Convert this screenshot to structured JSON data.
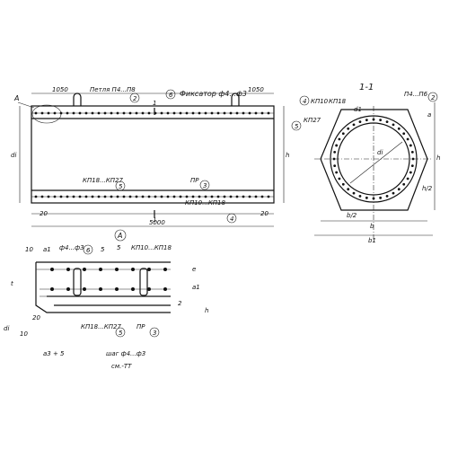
{
  "section_title": "1-1",
  "detail_marker": "A",
  "section_markers": [
    "1",
    "1"
  ],
  "labels": {
    "loop": "Петля П4...П8",
    "fixator": "Фиксатор ф4...ф3",
    "dim_1050_left": "1050",
    "dim_1050_right": "1050",
    "dim_5000": "5000",
    "dim_20_left": "20",
    "dim_20_right": "20",
    "kp_upper": "КП18...КП27",
    "pr": "ПР",
    "kp_lower": "КП10...КП18",
    "di_side": "di",
    "h_side": "h",
    "s_kp18": "КП18",
    "s_kp10": "КП10",
    "s_kp27": "КП27",
    "s_p4p6": "П4...П6",
    "s_a": "a",
    "s_di": "di",
    "s_h": "h",
    "s_h2": "h/2",
    "s_b2": "b/2",
    "s_b": "b",
    "s_b1": "b1",
    "s_d1": "d1",
    "d_10": "10",
    "d_a1": "a1",
    "d_f4f3": "ф4...ф3",
    "d_5a": "5",
    "d_5b": "5",
    "d_kp": "КП10...КП18",
    "d_e": "e",
    "d_a2": "a1",
    "d_t": "t",
    "d_2": "2",
    "d_di": "di",
    "d_20": "20",
    "d_10b": "10",
    "d_kp27": "КП18...КП27",
    "d_pr": "ПР",
    "d_h": "h",
    "d_a3": "a3 + 5",
    "d_step": "шаг   ф4...ф3",
    "d_cm": "см.-ТТ"
  },
  "callouts": {
    "c2": "2",
    "c6": "6",
    "c5": "5",
    "c3": "3",
    "c4": "4",
    "c4b": "4",
    "c5b": "5",
    "c2b": "2",
    "c6b": "6",
    "c3b": "3"
  }
}
